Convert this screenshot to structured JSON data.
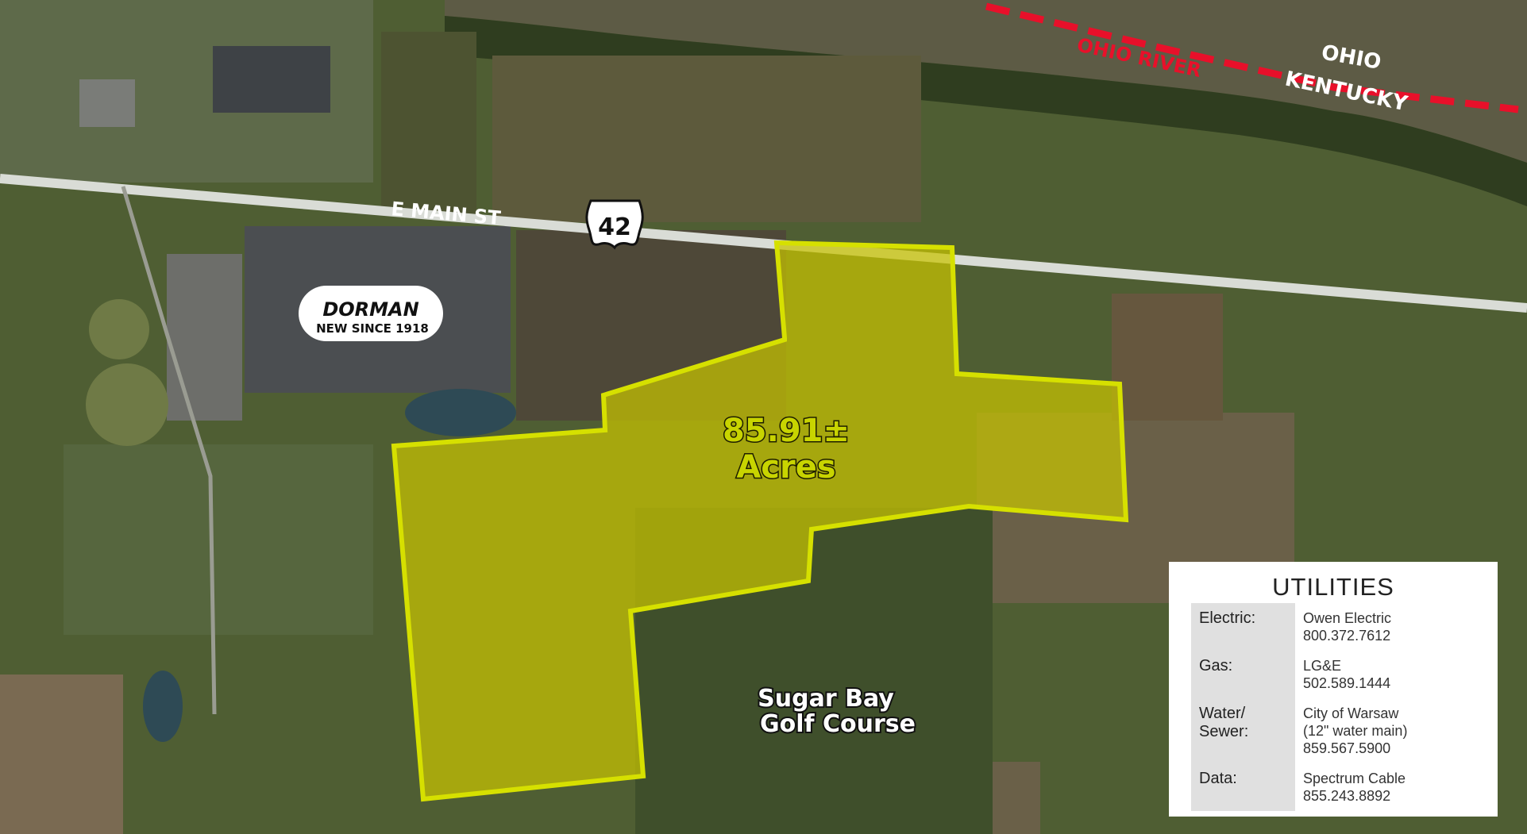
{
  "map": {
    "road_name": "E MAIN ST",
    "route_number": "42",
    "river_label": "OHIO RIVER",
    "state_north": "OHIO",
    "state_south": "KENTUCKY",
    "parcel_size_line1": "85.91±",
    "parcel_size_line2": "Acres",
    "golf_line1": "Sugar Bay",
    "golf_line2": "Golf Course",
    "logo_brand": "DORMAN",
    "logo_tagline": "NEW SINCE 1918",
    "colors": {
      "parcel_fill": "#c8c400",
      "parcel_outline": "#d6e000",
      "state_line": "#e8102a",
      "river_label": "#e8102a",
      "road": "#d9dcd6"
    }
  },
  "utilities": {
    "title": "UTILITIES",
    "rows": [
      {
        "label": "Electric:",
        "lines": [
          "Owen Electric",
          "800.372.7612"
        ]
      },
      {
        "label": "Gas:",
        "lines": [
          "LG&E",
          "502.589.1444"
        ]
      },
      {
        "label_lines": [
          "Water/",
          "Sewer:"
        ],
        "lines": [
          "City of Warsaw",
          "(12\" water main)",
          "859.567.5900"
        ]
      },
      {
        "label": "Data:",
        "lines": [
          "Spectrum Cable",
          "855.243.8892"
        ]
      }
    ]
  }
}
